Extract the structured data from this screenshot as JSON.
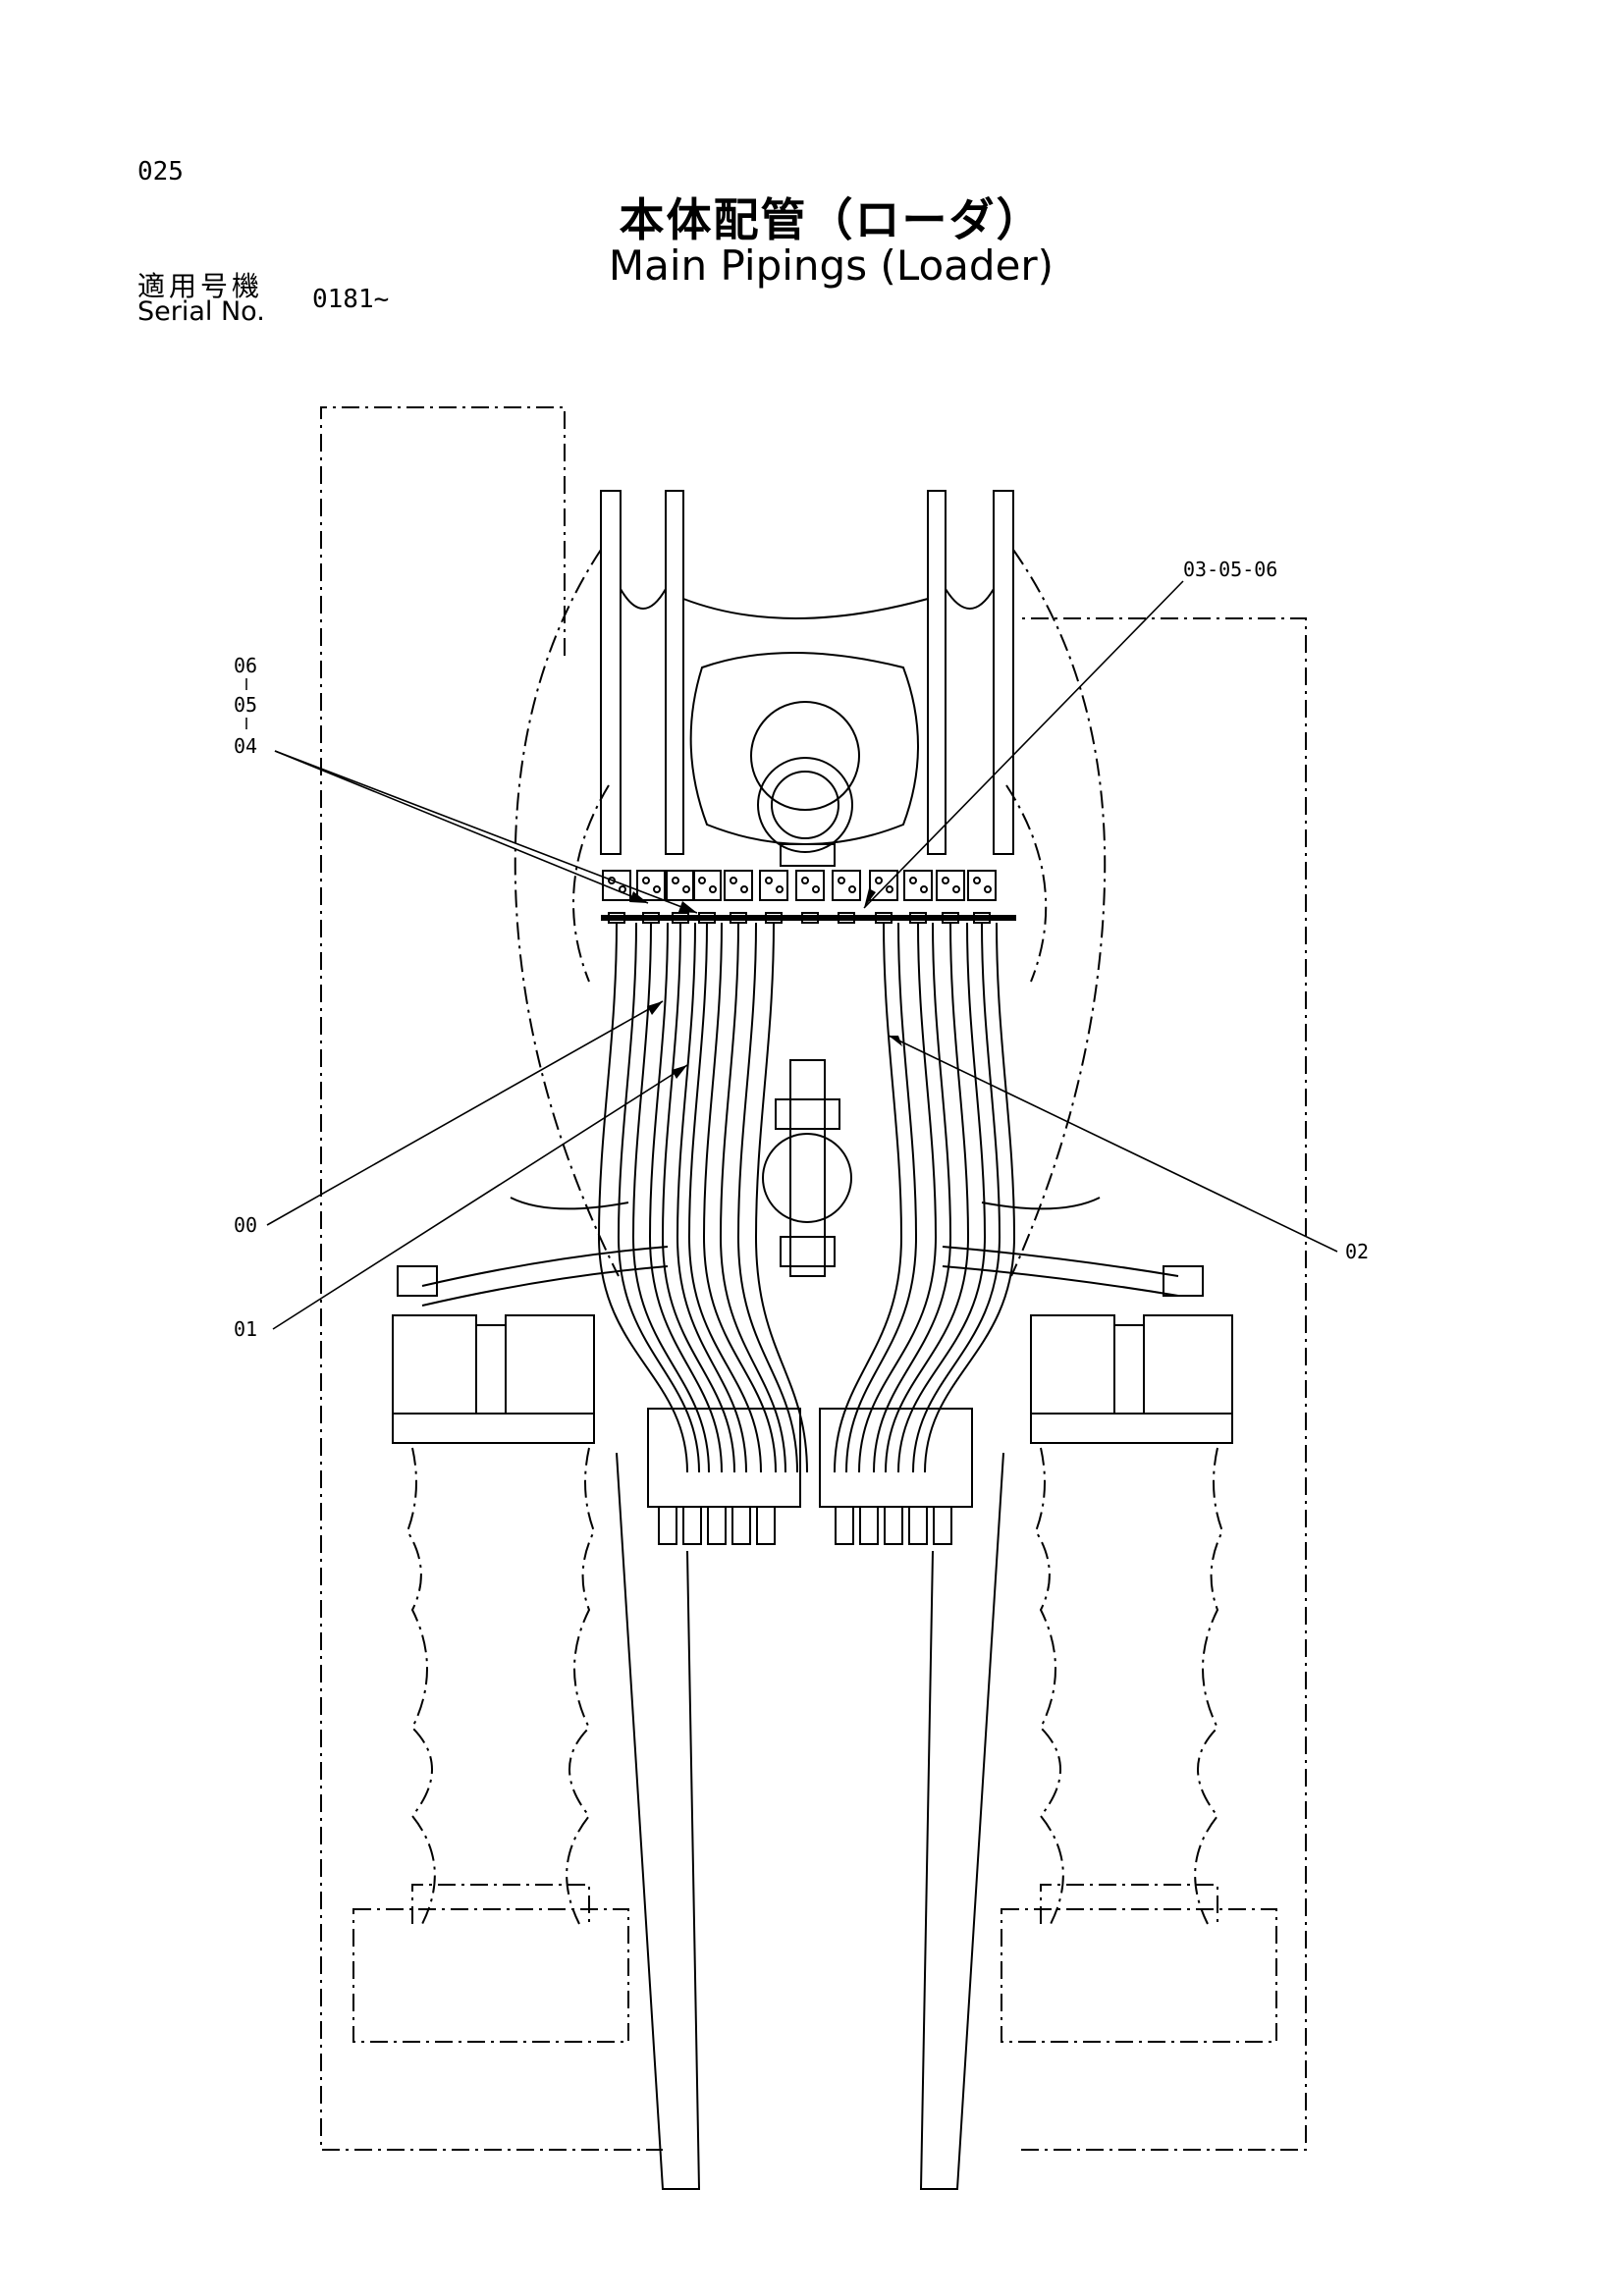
{
  "page_number": "025",
  "title_japanese": "本体配管（ローダ）",
  "title_english": "Main Pipings (Loader)",
  "serial": {
    "label_japanese": "適用号機",
    "label_english": "Serial No.",
    "value": "0181~"
  },
  "callouts": {
    "c06": "06",
    "c05": "05",
    "c04": "04",
    "c030506": "03-05-06",
    "c00": "00",
    "c01": "01",
    "c02": "02"
  }
}
